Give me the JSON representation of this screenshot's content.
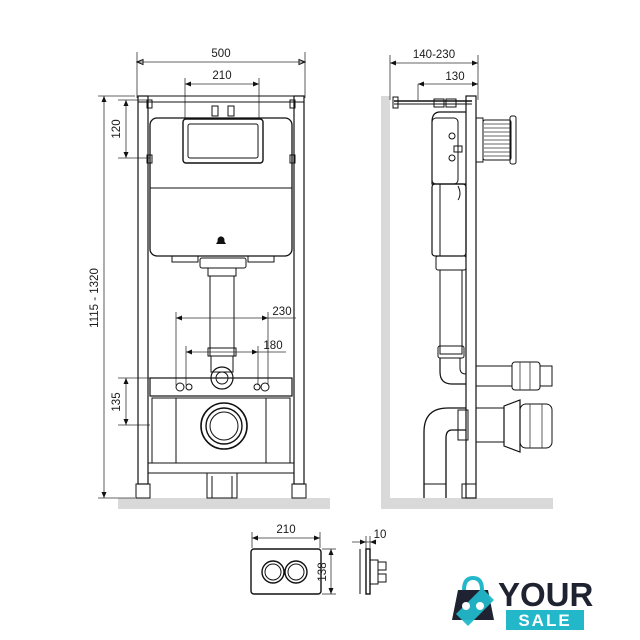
{
  "dimensions": {
    "front_width": "500",
    "front_inner_width": "210",
    "top_offset": "120",
    "total_height": "1115 - 1320",
    "pipe_spacing_wide": "230",
    "pipe_spacing_narrow": "180",
    "bottom_height": "135",
    "side_depth_range": "140-230",
    "side_depth": "130",
    "plate_width": "210",
    "plate_height": "138",
    "plate_thickness": "10"
  },
  "logo": {
    "word_top": "YOUR",
    "word_bottom": "SALE",
    "icon": "shopping-bag-icon",
    "colors": {
      "dark": "#1f2230",
      "accent": "#22b8c9",
      "sale_bg": "#22b8c9"
    }
  }
}
